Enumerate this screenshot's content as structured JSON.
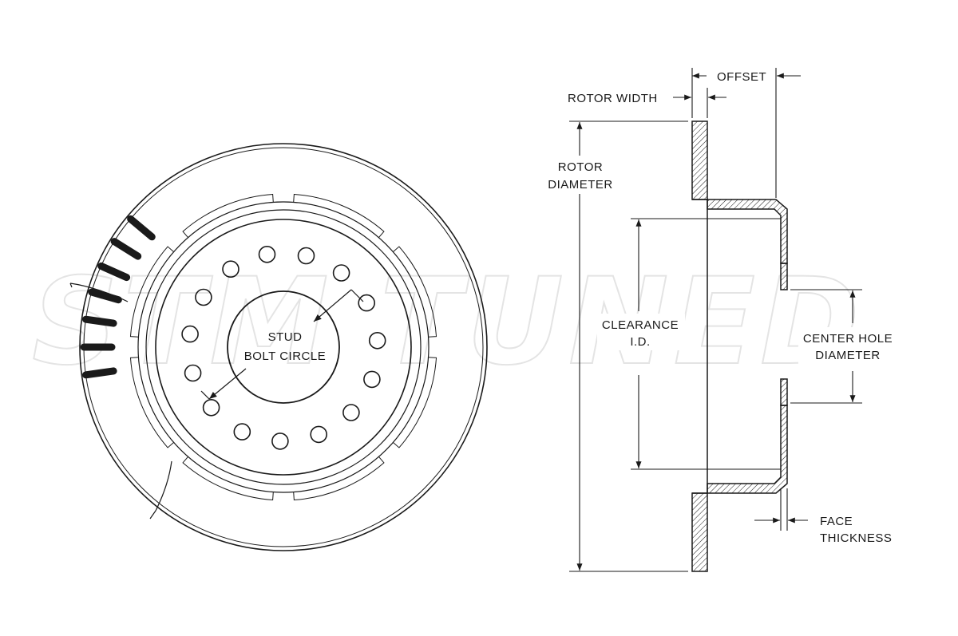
{
  "watermark": "STM TUNED",
  "labels": {
    "offset": "OFFSET",
    "rotor_width": "ROTOR WIDTH",
    "rotor_diameter_line1": "ROTOR",
    "rotor_diameter_line2": "DIAMETER",
    "clearance_line1": "CLEARANCE",
    "clearance_line2": "I.D.",
    "center_hole_line1": "CENTER HOLE",
    "center_hole_line2": "DIAMETER",
    "face_line1": "FACE",
    "face_line2": "THICKNESS",
    "stud_line1": "STUD",
    "stud_line2": "BOLT CIRCLE"
  },
  "colors": {
    "line": "#1a1a1a",
    "watermark": "#e4e4e4"
  }
}
